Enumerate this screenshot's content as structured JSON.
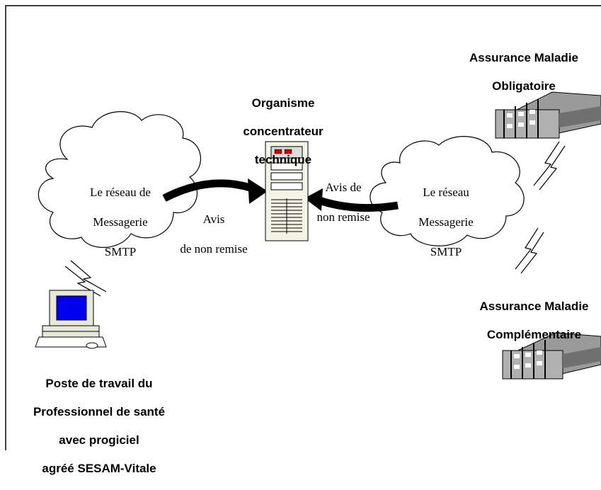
{
  "nodes": {
    "amo": {
      "label_line1": "Assurance Maladie",
      "label_line2": "Obligatoire"
    },
    "concentrator": {
      "label_line1": "Organisme",
      "label_line2": "concentrateur",
      "label_line3": "technique"
    },
    "amc": {
      "label_line1": "Assurance Maladie",
      "label_line2": "Complémentaire"
    },
    "workstation": {
      "label_line1": "Poste de travail du",
      "label_line2": "Professionnel de santé",
      "label_line3": "avec progiciel",
      "label_line4": "agréé SESAM-Vitale"
    }
  },
  "clouds": {
    "left": {
      "line1": "Le réseau de",
      "line2": "Messagerie",
      "line3": "SMTP"
    },
    "right": {
      "line1": "Le réseau",
      "line2": "Messagerie",
      "line3": "SMTP"
    }
  },
  "arrows": {
    "left": {
      "line1": "Avis",
      "line2": "de",
      "line3": "non remise"
    },
    "right": {
      "line1": "Avis de",
      "line2": "non remise"
    }
  },
  "colors": {
    "line": "#000000",
    "monitor_screen": "#0000ee",
    "server_led": "#cc0000",
    "building": "#808080"
  }
}
